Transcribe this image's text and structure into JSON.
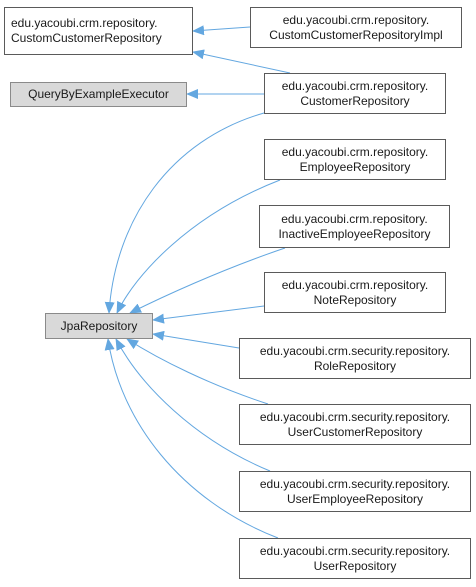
{
  "edge_color": "#63a7e0",
  "nodes": {
    "custom_customer_repository": [
      "edu.yacoubi.crm.repository.",
      "CustomCustomerRepository"
    ],
    "custom_customer_repository_impl": [
      "edu.yacoubi.crm.repository.",
      "CustomCustomerRepositoryImpl"
    ],
    "query_by_example_executor": "QueryByExampleExecutor",
    "customer_repository": [
      "edu.yacoubi.crm.repository.",
      "CustomerRepository"
    ],
    "employee_repository": [
      "edu.yacoubi.crm.repository.",
      "EmployeeRepository"
    ],
    "inactive_employee_repository": [
      "edu.yacoubi.crm.repository.",
      "InactiveEmployeeRepository"
    ],
    "note_repository": [
      "edu.yacoubi.crm.repository.",
      "NoteRepository"
    ],
    "jpa_repository": "JpaRepository",
    "role_repository": [
      "edu.yacoubi.crm.security.repository.",
      "RoleRepository"
    ],
    "user_customer_repository": [
      "edu.yacoubi.crm.security.repository.",
      "UserCustomerRepository"
    ],
    "user_employee_repository": [
      "edu.yacoubi.crm.security.repository.",
      "UserEmployeeRepository"
    ],
    "user_repository": [
      "edu.yacoubi.crm.security.repository.",
      "UserRepository"
    ]
  }
}
